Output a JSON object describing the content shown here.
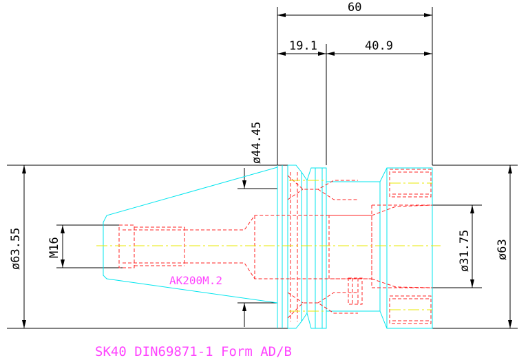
{
  "drawing": {
    "title": "SK40 DIN69871-1 Form AD/B",
    "part_label": "AK200M.2",
    "dimensions": {
      "overall_length": "60",
      "flange_length": "19.1",
      "body_length": "40.9",
      "flange_diameter": "ø44.45",
      "taper_diameter": "ø63.55",
      "thread": "M16",
      "bore_diameter": "ø31.75",
      "body_diameter": "ø63"
    }
  },
  "colors": {
    "outline": "#00e5ee",
    "hidden": "#ff2020",
    "centerline": "#e8e800",
    "dimension": "#000000",
    "label": "#ff44ff"
  }
}
